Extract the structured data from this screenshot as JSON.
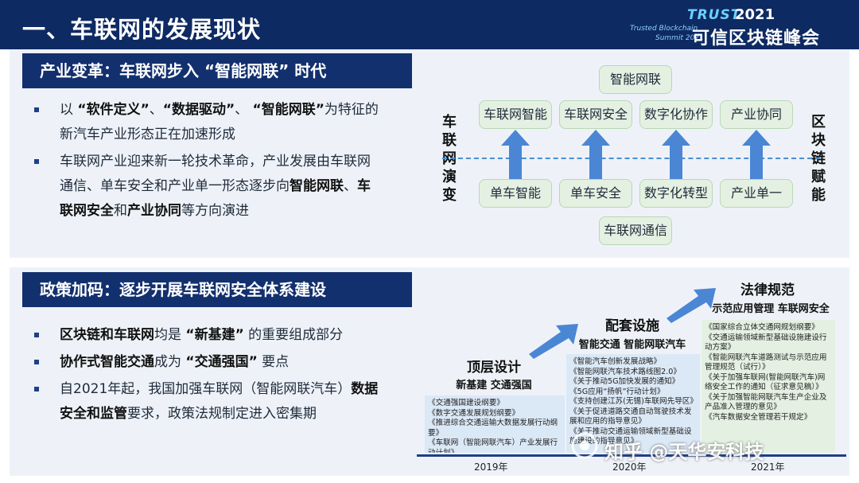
{
  "header": {
    "title": "一、车联网的发展现状",
    "logo": {
      "trust": "TRUST",
      "year": "2021",
      "sub1": "Trusted Blockchain",
      "sub2": "Summit 2021",
      "cn": "可信区块链峰会"
    },
    "colors": {
      "bar": "#0e2a63",
      "accent": "#6cd0ff"
    }
  },
  "section1": {
    "heading": "产业变革：车联网步入 “智能网联” 时代",
    "bullets": [
      [
        {
          "t": "以 ",
          "b": false
        },
        {
          "t": "“软件定义”",
          "b": true
        },
        {
          "t": "、",
          "b": false
        },
        {
          "t": "“数据驱动”",
          "b": true
        },
        {
          "t": "、 ",
          "b": false
        },
        {
          "t": "“智能网联”",
          "b": true
        },
        {
          "t": "为特征的新汽车产业形态正在加速形成",
          "b": false
        }
      ],
      [
        {
          "t": "车联网产业迎来新一轮技术革命，产业发展由车联网通信、单车安全和产业单一形态逐步向",
          "b": false
        },
        {
          "t": "智能网联",
          "b": true
        },
        {
          "t": "、",
          "b": false
        },
        {
          "t": "车联网安全",
          "b": true
        },
        {
          "t": "和",
          "b": false
        },
        {
          "t": "产业协同",
          "b": true
        },
        {
          "t": "等方向演进",
          "b": false
        }
      ]
    ],
    "diagram": {
      "left_label": "车联网演变",
      "right_label": "区块链赋能",
      "top_box": "智能网联",
      "upper_row": [
        "车联网智能",
        "车联网安全",
        "数字化协作",
        "产业协同"
      ],
      "lower_row": [
        "单车智能",
        "单车安全",
        "数字化转型",
        "产业单一"
      ],
      "bottom_box": "车联网通信"
    }
  },
  "section2": {
    "heading": "政策加码：逐步开展车联网安全体系建设",
    "bullets": [
      [
        {
          "t": "区块链和车联网",
          "b": true
        },
        {
          "t": "均是 ",
          "b": false
        },
        {
          "t": "“新基建”",
          "b": true
        },
        {
          "t": " 的重要组成部分",
          "b": false
        }
      ],
      [
        {
          "t": "协作式智能交通",
          "b": true
        },
        {
          "t": "成为 ",
          "b": false
        },
        {
          "t": "“交通强国”",
          "b": true
        },
        {
          "t": " 要点",
          "b": false
        }
      ],
      [
        {
          "t": "自2021年起，我国加强车联网（智能网联汽车）",
          "b": false
        },
        {
          "t": "数据安全和监管",
          "b": true
        },
        {
          "t": "要求，政策法规制定进入密集期",
          "b": false
        }
      ]
    ],
    "timeline": {
      "stages": [
        {
          "title": "顶层设计",
          "sub": "新基建 交通强国",
          "docs": [
            "《交通强国建设纲要》",
            "《数字交通发展规划纲要》",
            "《推进综合交通运输大数据发展行动纲要》",
            "《车联网（智能网联汽车）产业发展行动计划》"
          ]
        },
        {
          "title": "配套设施",
          "sub": "智能交通 智能网联汽车",
          "docs": [
            "《智能汽车创新发展战略》",
            "《智能网联汽车技术路线图2.0》",
            "《关于推动5G加快发展的通知》",
            "《5G应用“扬帆”行动计划》",
            "《支持创建江苏(无锡)车联网先导区》",
            "《关于促进道路交通自动驾驶技术发展和应用的指导意见》",
            "《关于推动交通运输领域新型基础设施建设的指导意见》"
          ]
        },
        {
          "title": "法律规范",
          "sub": "示范应用管理 车联网安全",
          "docs": [
            "《国家综合立体交通网规划纲要》",
            "《交通运输领域新型基础设施建设行动方案》",
            "《智能网联汽车道路测试与示范应用管理规范（试行）》",
            "《关于加强车联网(智能网联汽车)网络安全工作的通知（征求意见稿）》",
            "《关于加强智能网联汽车生产企业及产品准入管理的意见》",
            "《汽车数据安全管理若干规定》"
          ]
        }
      ],
      "years": [
        "2019年",
        "2020年",
        "2021年"
      ]
    },
    "watermark": "知乎 @天华安科技"
  }
}
